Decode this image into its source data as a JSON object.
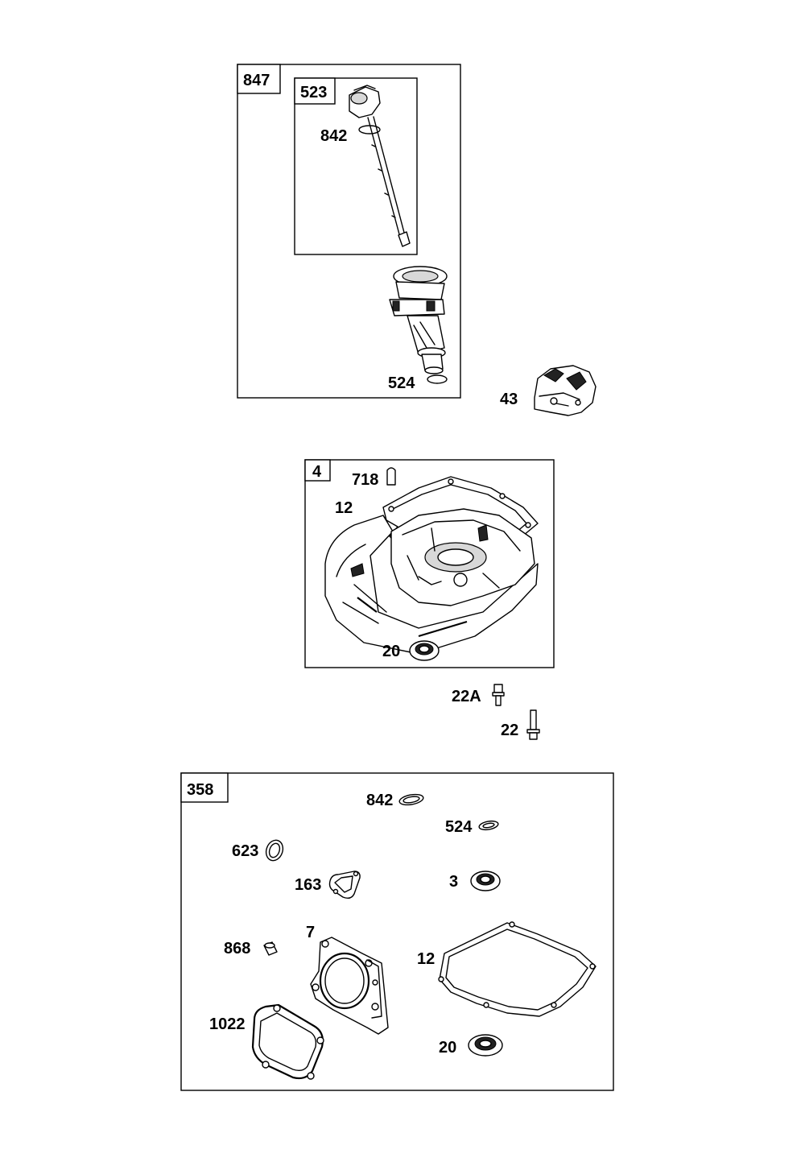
{
  "labels": {
    "k847": "847",
    "k523": "523",
    "k842_top": "842",
    "k524_top": "524",
    "k43": "43",
    "k4": "4",
    "k718": "718",
    "k12_mid": "12",
    "k20_mid": "20",
    "k22A": "22A",
    "k22": "22",
    "k358": "358",
    "k842_kit": "842",
    "k524_kit": "524",
    "k623": "623",
    "k163": "163",
    "k3": "3",
    "k868": "868",
    "k7": "7",
    "k12_kit": "12",
    "k1022": "1022",
    "k20_kit": "20"
  }
}
